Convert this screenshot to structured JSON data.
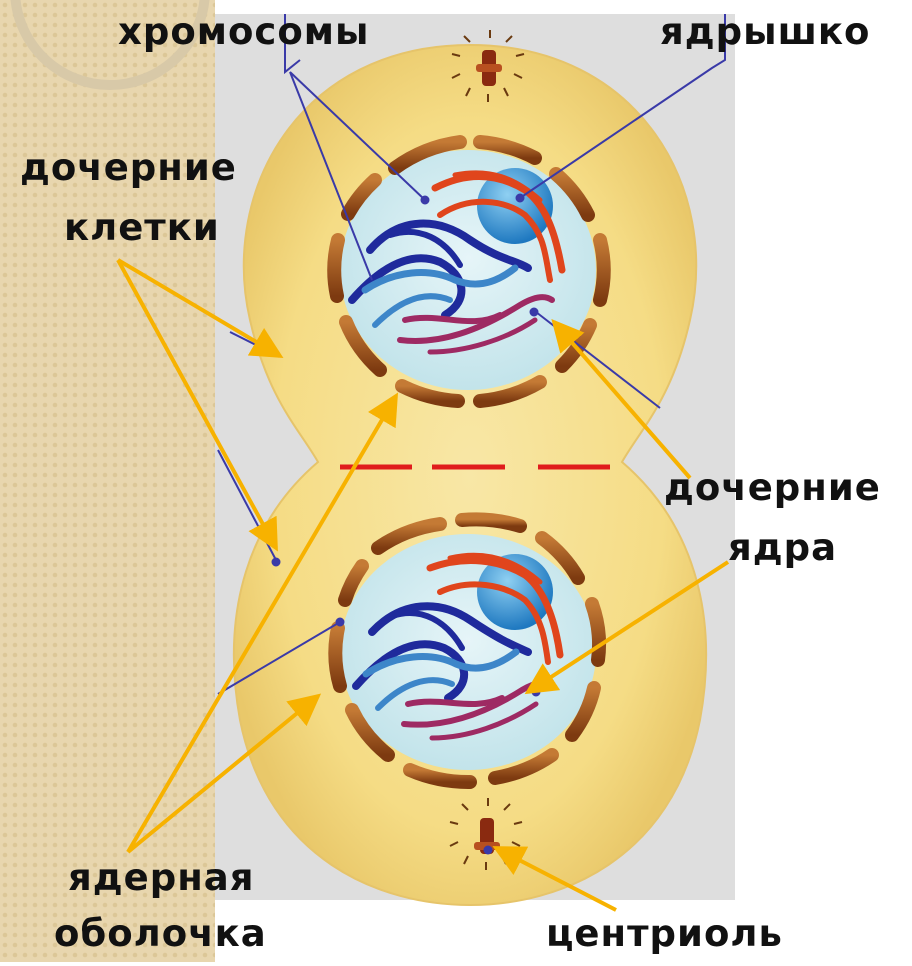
{
  "labels": {
    "chromosomes": "хромосомы",
    "nucleolus": "ядрышко",
    "daughter_cells_line1": "дочерние",
    "daughter_cells_line2": "клетки",
    "daughter_nuclei_line1": "дочерние",
    "daughter_nuclei_line2": "ядра",
    "nuclear_envelope_line1": "ядерная",
    "nuclear_envelope_line2": "оболочка",
    "centriole": "центриоль"
  },
  "colors": {
    "background_pattern": "#e8d6ae",
    "panel": "#dcdcdc",
    "cytoplasm": "#f6df8c",
    "cytoplasm_edge": "#e9c86a",
    "nucleus": "#cfe9ee",
    "envelope_segment": "#9b4f1a",
    "nucleolus": "#3b9ad6",
    "chromosome_red": "#e0451c",
    "chromosome_darkblue": "#1f2a9c",
    "chromosome_lightblue": "#3d86c9",
    "chromosome_purple": "#9e2a63",
    "pointer_arrow": "#f7b200",
    "pointer_line": "#3a3aa8",
    "division_line": "#e01c1c"
  }
}
